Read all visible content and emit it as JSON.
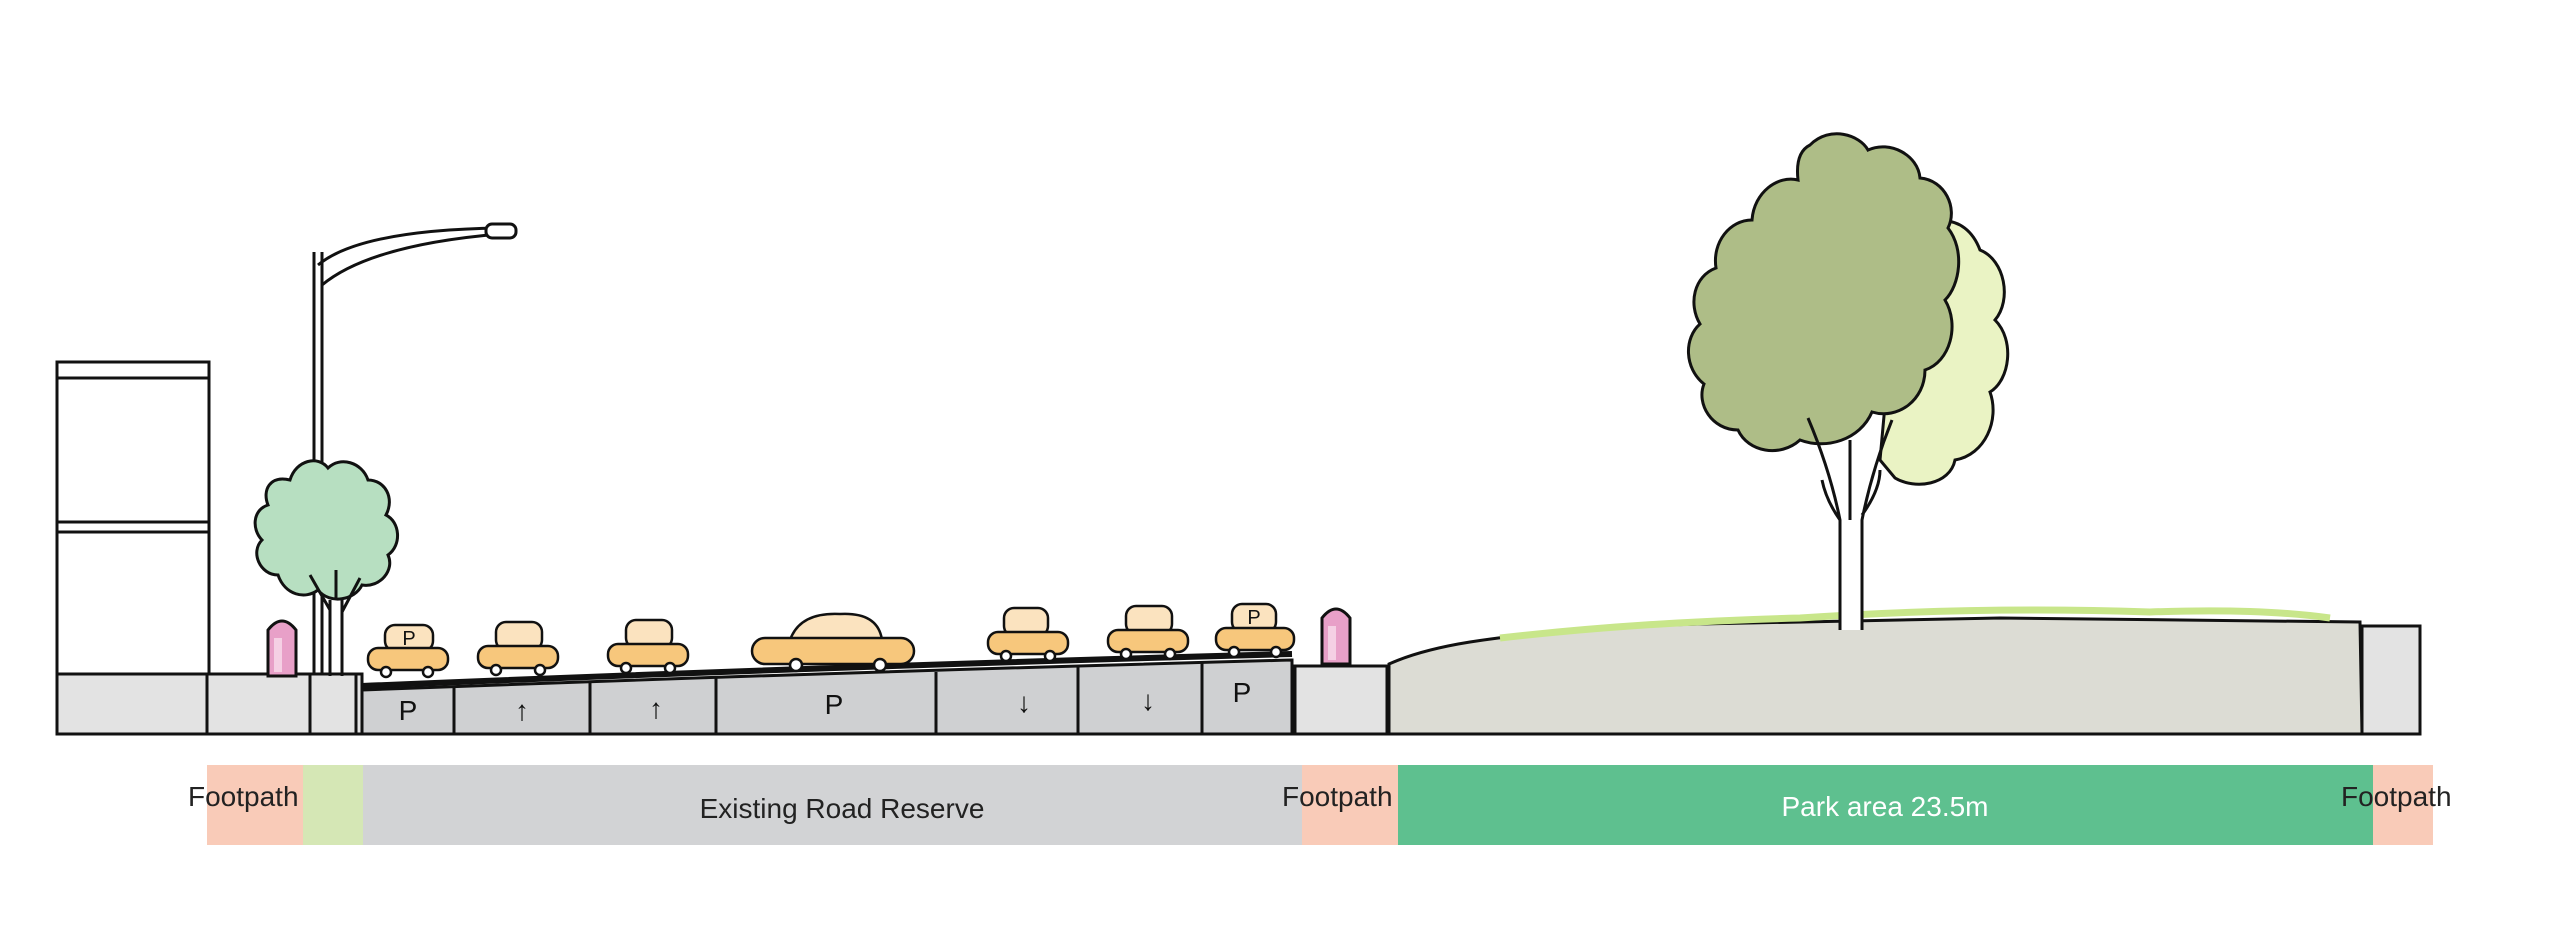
{
  "zones": {
    "footpath_left": "Footpath",
    "road_reserve": "Existing Road Reserve",
    "footpath_middle": "Footpath",
    "park_area": "Park area  23.5m",
    "footpath_right": "Footpath"
  },
  "lane_markers": {
    "parking_left": "P",
    "lane_1": "↑",
    "lane_2": "↑",
    "parking_center": "P",
    "lane_3": "↓",
    "lane_4": "↓",
    "parking_right": "P"
  },
  "car_badges": {
    "car_1": "P",
    "car_7": "P"
  },
  "colors": {
    "footpath": "#f9cbb8",
    "verge": "#d5e7b5",
    "road_reserve": "#d2d3d5",
    "park": "#5ec08f",
    "park_ground": "#dcdcd4",
    "car": "#f7c77c",
    "tree_small": "#b7dfc1",
    "tree_large_dark": "#aebd87",
    "tree_large_light": "#eaf3c4",
    "bollard": "#e8a0c8"
  }
}
